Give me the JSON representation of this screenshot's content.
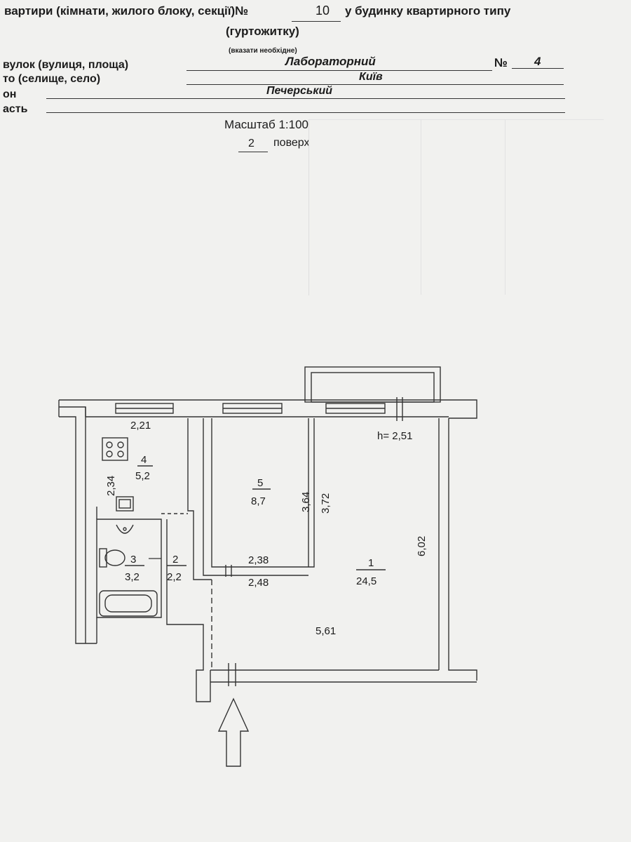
{
  "header": {
    "line1_left": "вартири (кімнати, жилого блоку, секції)№",
    "apartment_no": "10",
    "line1_right": "у будинку квартирного типу",
    "line2": "(гуртожитку)",
    "note": "(вказати необхідне)"
  },
  "address": {
    "street_label": "вулок (вулиця, площа)",
    "street_value": "Лабораторний",
    "number_label": "№",
    "number_value": "4",
    "city_label": "то (селище, село)",
    "city_value": "Київ",
    "district_label": "он",
    "district_value": "Печерський",
    "region_label": "асть"
  },
  "scale": "Масштаб 1:100",
  "floor": {
    "value": "2",
    "label": "поверх"
  },
  "plan": {
    "ceiling_height": "h= 2,51",
    "rooms": [
      {
        "num": "1",
        "area": "24,5"
      },
      {
        "num": "2",
        "area": "2,2"
      },
      {
        "num": "3",
        "area": "3,2"
      },
      {
        "num": "4",
        "area": "5,2"
      },
      {
        "num": "5",
        "area": "8,7"
      }
    ],
    "dimensions": {
      "kitchen_width": "2,21",
      "kitchen_length": "2,34",
      "room5_height": "3,64",
      "room1_side": "3,72",
      "room5_width": "2,38",
      "room1_mid_width": "2,48",
      "room1_length": "6,02",
      "room1_width": "5,61"
    }
  }
}
